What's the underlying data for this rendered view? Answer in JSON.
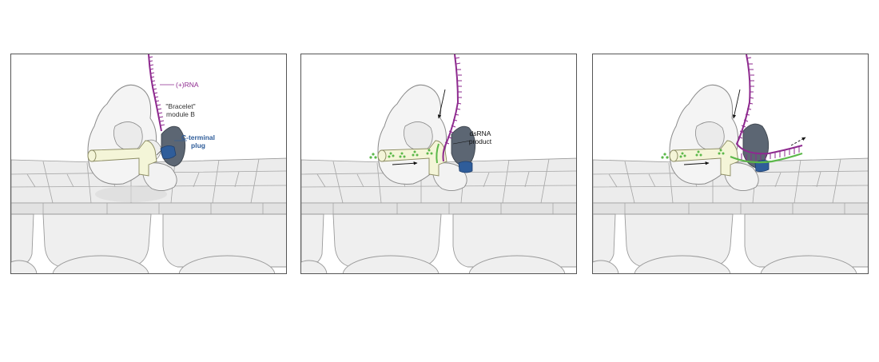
{
  "colors": {
    "rna_plus": "#8e2a8f",
    "rna_minus": "#5cb84a",
    "plug": "#2f5d9a",
    "dark_domain": "#5c6673",
    "bracelet": "#f4f5d8",
    "shell": "#e6e6e6",
    "protein": "#f3f3f3",
    "frame": "#555555"
  },
  "panel1": {
    "rna_label": "(+)RNA",
    "bracelet_label_line1": "\"Bracelet\"",
    "bracelet_label_line2": "module B",
    "plug_label_line1": "C-terminal",
    "plug_label_line2": "plug"
  },
  "panel2": {
    "product_label_line1": "dsRNA",
    "product_label_line2": "product"
  },
  "panel3": {}
}
